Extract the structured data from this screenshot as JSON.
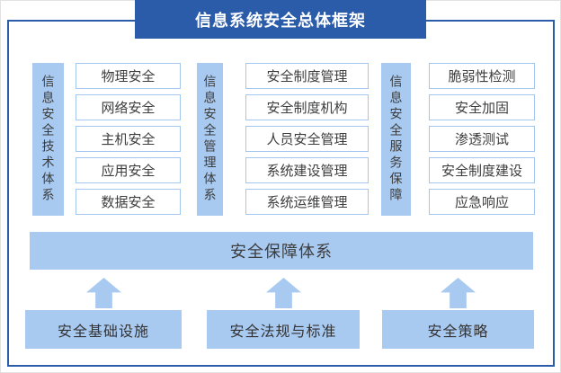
{
  "title": "信息系统安全总体框架",
  "columns": [
    {
      "label": "信息安全技术体系",
      "items": [
        "物理安全",
        "网络安全",
        "主机安全",
        "应用安全",
        "数据安全"
      ]
    },
    {
      "label": "信息安全管理体系",
      "items": [
        "安全制度管理",
        "安全制度机构",
        "人员安全管理",
        "系统建设管理",
        "系统运维管理"
      ]
    },
    {
      "label": "信息安全服务保障",
      "items": [
        "脆弱性检测",
        "安全加固",
        "渗透测试",
        "安全制度建设",
        "应急响应"
      ]
    }
  ],
  "assurance_bar": "安全保障体系",
  "foundations": [
    "安全基础设施",
    "安全法规与标准",
    "安全策略"
  ],
  "colors": {
    "banner_blue": "#2b5caa",
    "frame_border_blue": "#2b5caa",
    "light_blue_fill": "#a8c9f0",
    "item_box_border": "#a3c7ef",
    "text_dark": "#3d3d3d",
    "banner_text": "#ffffff"
  }
}
